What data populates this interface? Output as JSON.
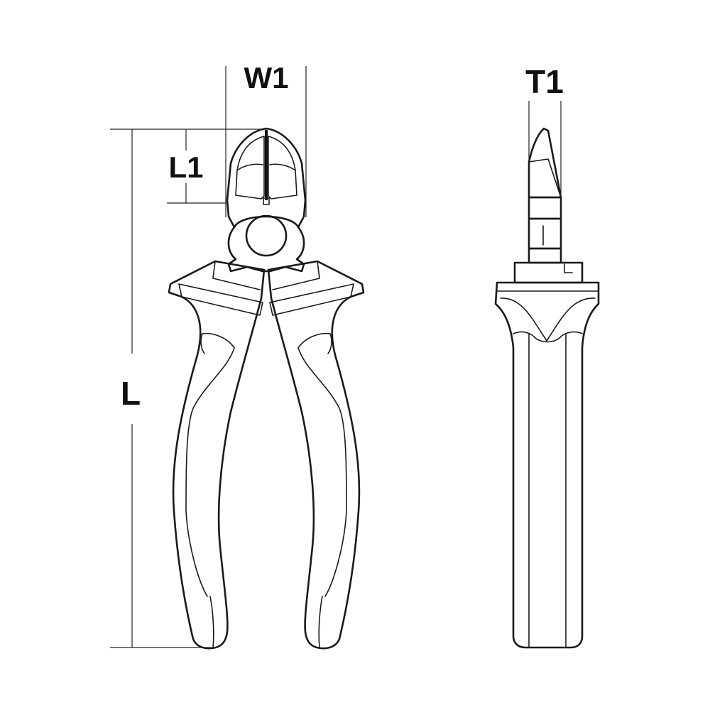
{
  "labels": {
    "w1": "W1",
    "l1": "L1",
    "l": "L",
    "t1": "T1"
  },
  "colors": {
    "line": "#1a1a1a",
    "background": "#ffffff"
  }
}
